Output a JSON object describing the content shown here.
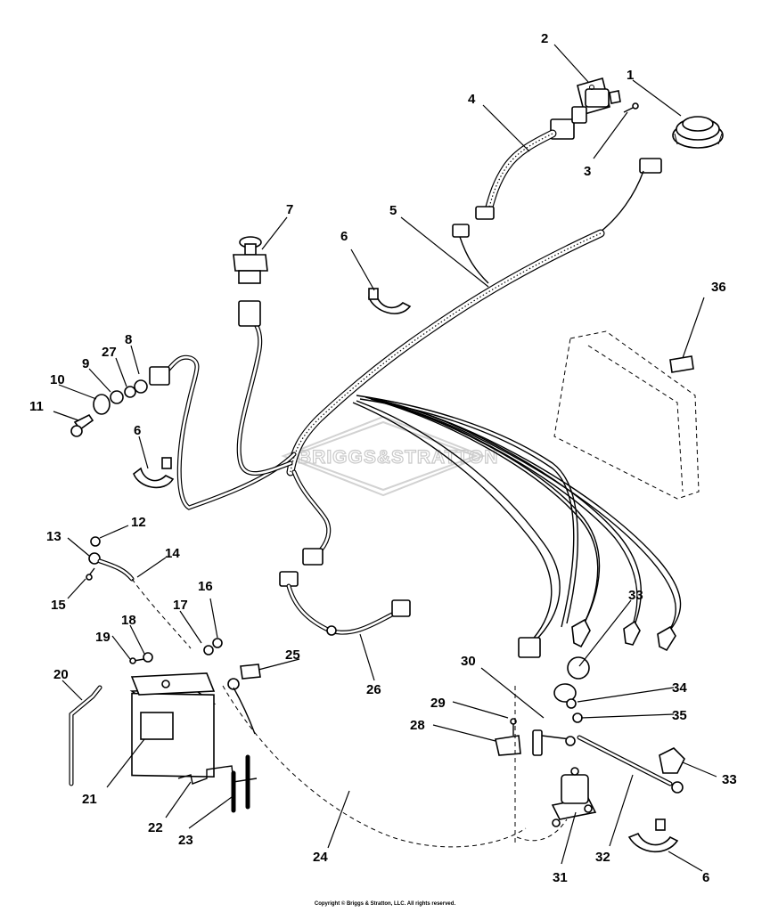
{
  "watermark": {
    "text": "BRIGGS&STRATTON"
  },
  "callouts": [
    "1",
    "2",
    "3",
    "4",
    "5",
    "6",
    "7",
    "8",
    "9",
    "27",
    "10",
    "11",
    "6",
    "36",
    "12",
    "13",
    "14",
    "15",
    "16",
    "17",
    "18",
    "19",
    "25",
    "20",
    "26",
    "33",
    "30",
    "34",
    "29",
    "35",
    "28",
    "21",
    "33",
    "22",
    "23",
    "24",
    "31",
    "32",
    "6"
  ],
  "copyright": "Copyright © Briggs & Stratton, LLC. All rights reserved."
}
